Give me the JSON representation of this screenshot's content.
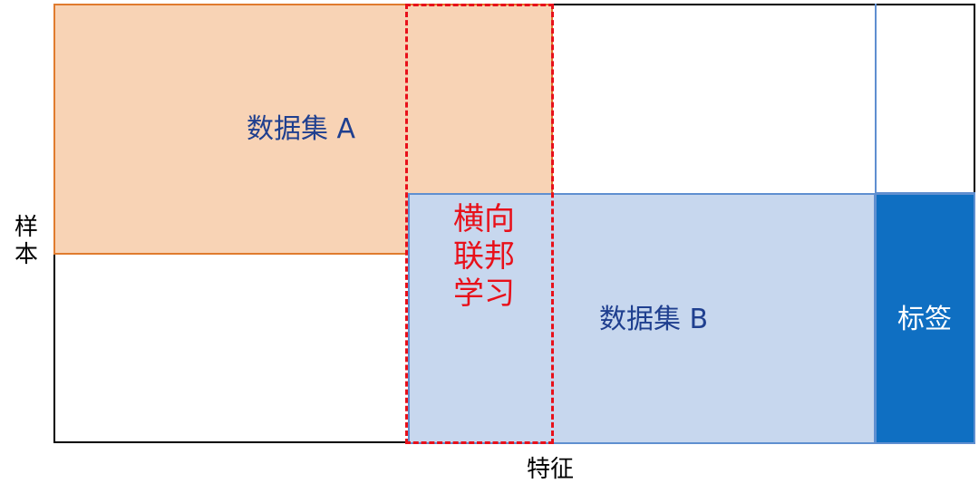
{
  "diagram": {
    "dataset_a": {
      "label": "数据集 A"
    },
    "dataset_b": {
      "label": "数据集 B"
    },
    "label_column": {
      "label": "标签"
    },
    "horizontal_fl": {
      "label": "横向联邦学习"
    },
    "axes": {
      "y_label": "样本",
      "x_label": "特征"
    }
  },
  "colors": {
    "dataset_a_fill": "#f8d3b5",
    "dataset_a_border": "#e07b2e",
    "dataset_b_fill": "#c7d7ee",
    "dataset_b_border": "#5f8fd0",
    "label_fill": "#0f6fc2",
    "highlight_dashed": "#e8101a",
    "dataset_text": "#1f3f8f"
  }
}
